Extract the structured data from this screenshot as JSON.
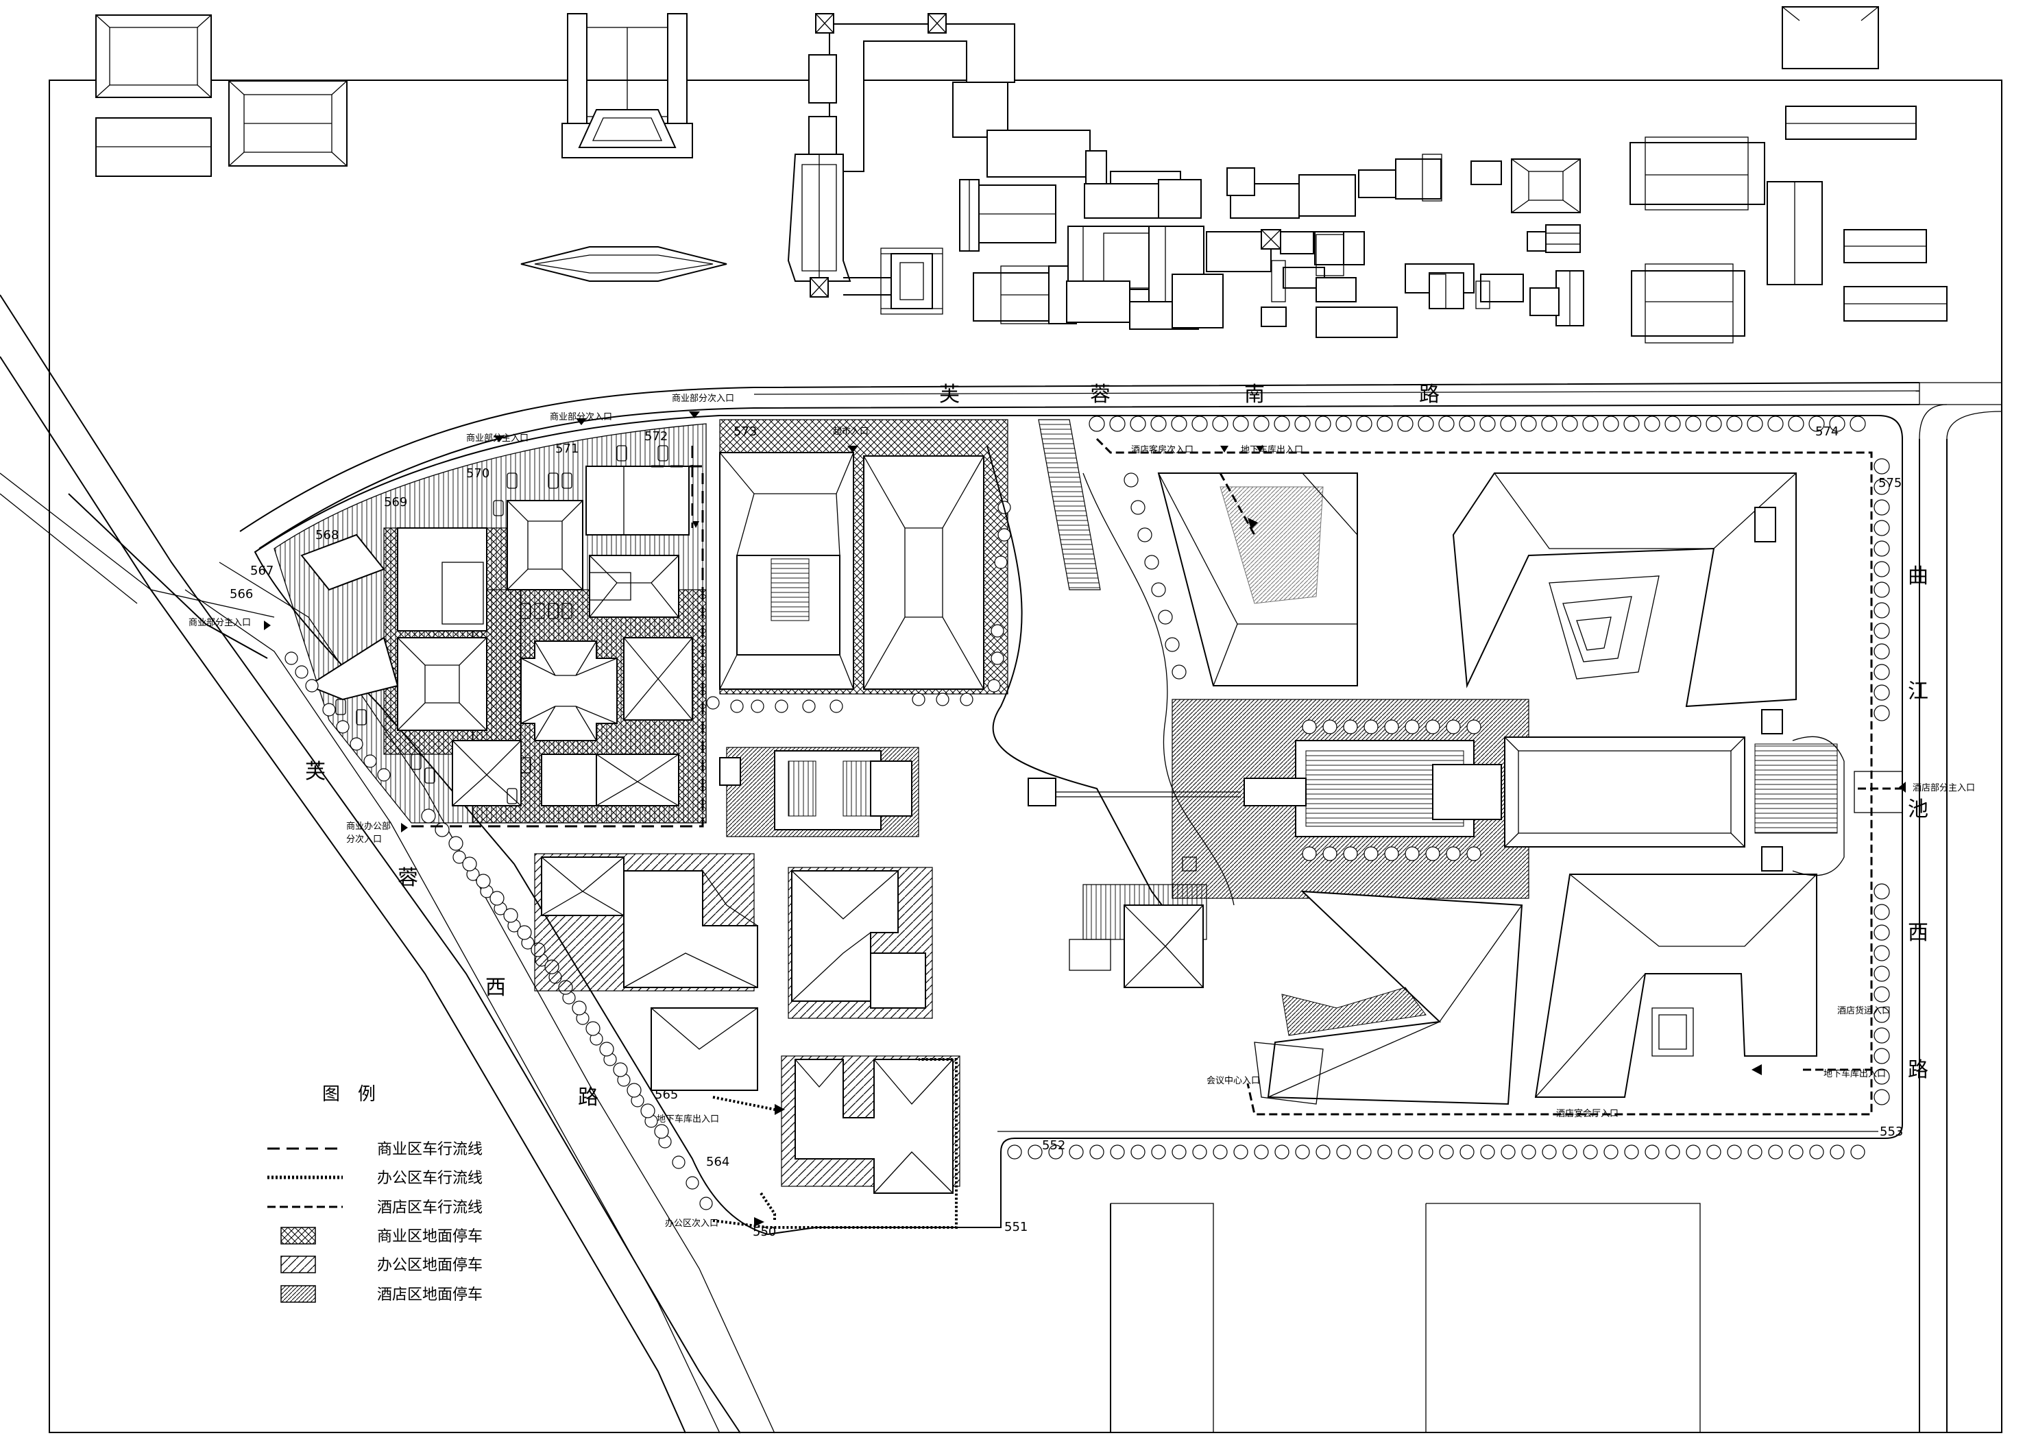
{
  "roads": {
    "furong_south": [
      "芙",
      "蓉",
      "南",
      "路"
    ],
    "furong_west": [
      "芙",
      "蓉",
      "西",
      "路"
    ],
    "qujiangchi_west": [
      "曲",
      "江",
      "池",
      "西",
      "路"
    ]
  },
  "entrances": [
    "商业部分主入口",
    "商业部分次入口",
    "商业部分次入口",
    "商业部分主入口",
    "超市入口",
    "酒店客房次入口",
    "地下车库出入口",
    "商业办公部",
    "分次入口",
    "酒店部分主入口",
    "酒店货运入口",
    "地下车库出入口",
    "酒店宴会厅入口",
    "会议中心入口",
    "地下车库出入口",
    "办公区次入口"
  ],
  "survey_points": [
    "574",
    "575",
    "573",
    "572",
    "571",
    "570",
    "569",
    "568",
    "567",
    "566",
    "565",
    "564",
    "550",
    "551",
    "552",
    "553"
  ],
  "legend": {
    "title": "图　例",
    "items": [
      {
        "label": "商业区车行流线",
        "pattern": "dash-long"
      },
      {
        "label": "办公区车行流线",
        "pattern": "dotted"
      },
      {
        "label": "酒店区车行流线",
        "pattern": "dash-short"
      },
      {
        "label": "商业区地面停车",
        "pattern": "crosshatch"
      },
      {
        "label": "办公区地面停车",
        "pattern": "hatch-wide"
      },
      {
        "label": "酒店区地面停车",
        "pattern": "hatch-dense"
      }
    ]
  }
}
